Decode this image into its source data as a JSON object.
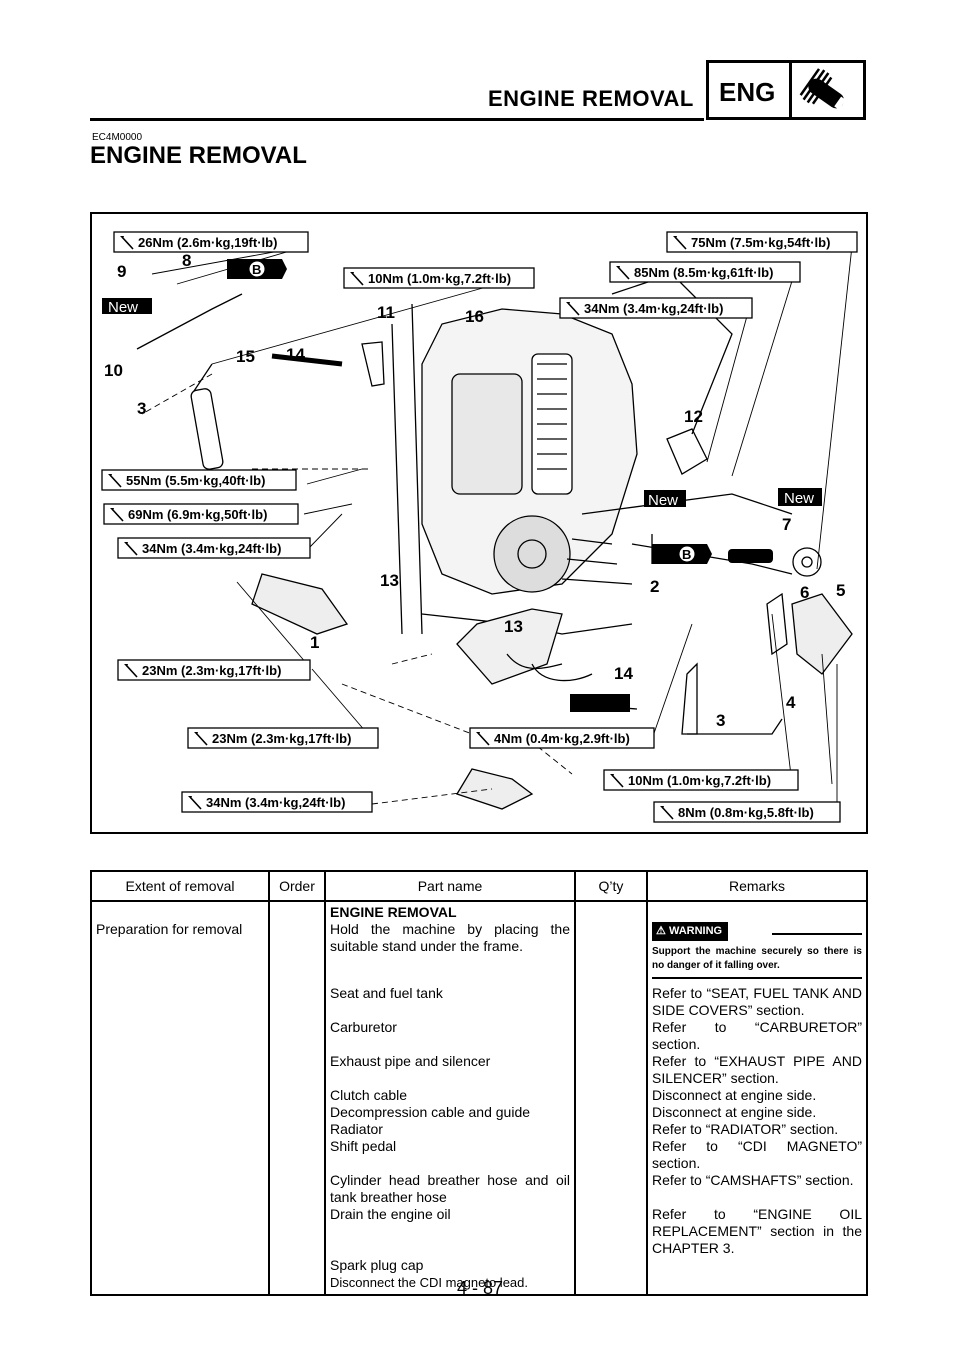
{
  "header": {
    "section_title": "ENGINE REMOVAL",
    "badge_label": "ENG",
    "code": "EC4M0000",
    "page_title": "ENGINE REMOVAL"
  },
  "diagram": {
    "torque_labels": [
      "26Nm (2.6m·kg,19ft·lb)",
      "75Nm (7.5m·kg,54ft·lb)",
      "10Nm (1.0m·kg,7.2ft·lb)",
      "85Nm (8.5m·kg,61ft·lb)",
      "34Nm (3.4m·kg,24ft·lb)",
      "55Nm (5.5m·kg,40ft·lb)",
      "69Nm (6.9m·kg,50ft·lb)",
      "34Nm (3.4m·kg,24ft·lb)",
      "23Nm (2.3m·kg,17ft·lb)",
      "23Nm (2.3m·kg,17ft·lb)",
      "4Nm (0.4m·kg,2.9ft·lb)",
      "10Nm (1.0m·kg,7.2ft·lb)",
      "34Nm (3.4m·kg,24ft·lb)",
      "8Nm (0.8m·kg,5.8ft·lb)"
    ],
    "part_numbers": [
      "9",
      "8",
      "10",
      "3",
      "11",
      "16",
      "15",
      "14",
      "12",
      "7",
      "6",
      "5",
      "13",
      "2",
      "1",
      "13",
      "14",
      "4",
      "3"
    ],
    "new_label": "New",
    "b_label": "B"
  },
  "table": {
    "headers": [
      "Extent of removal",
      "Order",
      "Part name",
      "Q’ty",
      "Remarks"
    ],
    "extent": "Preparation for removal",
    "section_heading": "ENGINE REMOVAL",
    "warning_label": "WARNING",
    "warning_text": "Support the machine securely so there is no danger of it falling over.",
    "rows": [
      {
        "part": "Hold the machine by placing the suitable stand under the frame.",
        "remarks": ""
      },
      {
        "part": "Seat and fuel tank",
        "remarks": "Refer to “SEAT, FUEL TANK AND SIDE COVERS” section."
      },
      {
        "part": "Carburetor",
        "remarks": "Refer to “CARBURETOR” section."
      },
      {
        "part": "Exhaust pipe and silencer",
        "remarks": "Refer to “EXHAUST PIPE AND SILENCER” section."
      },
      {
        "part": "Clutch cable",
        "remarks": "Disconnect at engine side."
      },
      {
        "part": "Decompression cable and guide",
        "remarks": "Disconnect at engine side."
      },
      {
        "part": "Radiator",
        "remarks": "Refer to “RADIATOR” section."
      },
      {
        "part": "Shift pedal",
        "remarks": "Refer to “CDI MAGNETO” section."
      },
      {
        "part": "Cylinder head breather hose and oil tank breather hose",
        "remarks": "Refer to “CAMSHAFTS” section."
      },
      {
        "part": "Drain the engine oil",
        "remarks": "Refer to “ENGINE OIL REPLACEMENT” section in the CHAPTER 3."
      },
      {
        "part": "Spark plug cap",
        "remarks": ""
      },
      {
        "part": "Disconnect the CDI magneto lead.",
        "remarks": ""
      }
    ]
  },
  "footer": {
    "page_number": "4 - 87"
  }
}
